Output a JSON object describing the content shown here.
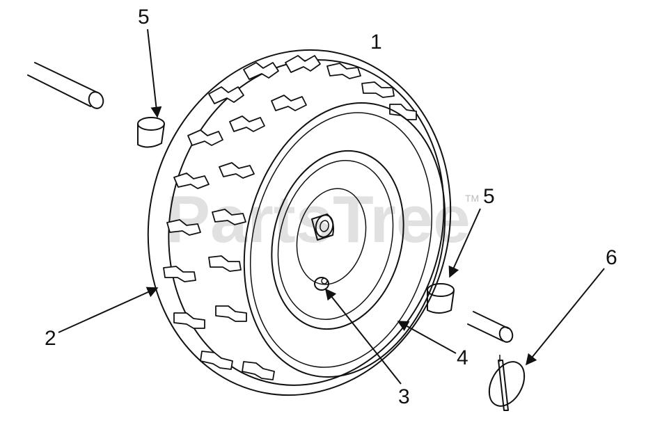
{
  "watermark": {
    "brand": "PartsTree",
    "trademark": "TM"
  },
  "callouts": [
    {
      "id": "1",
      "label": "1"
    },
    {
      "id": "2",
      "label": "2"
    },
    {
      "id": "3",
      "label": "3"
    },
    {
      "id": "4",
      "label": "4"
    },
    {
      "id": "5a",
      "label": "5"
    },
    {
      "id": "5b",
      "label": "5"
    },
    {
      "id": "6",
      "label": "6"
    }
  ]
}
